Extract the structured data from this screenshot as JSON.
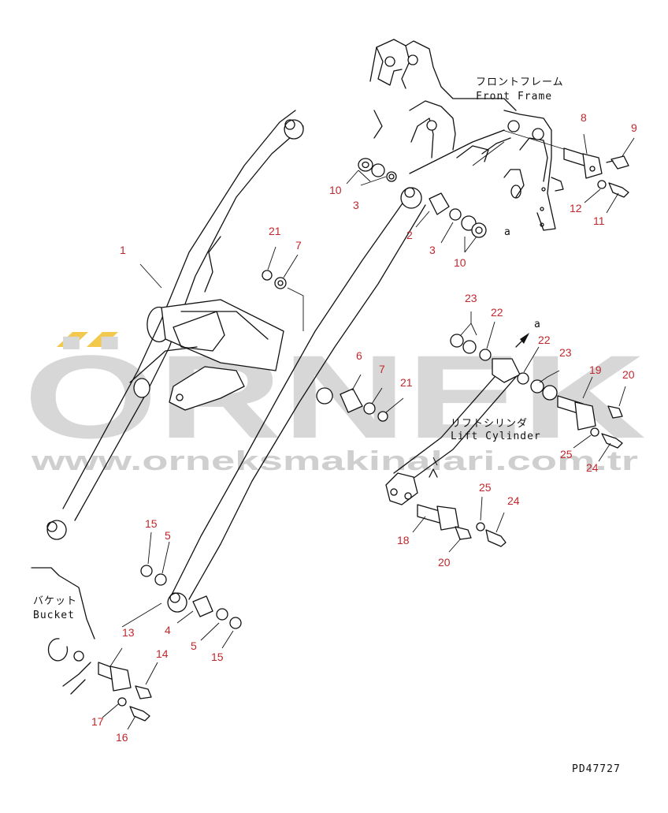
{
  "labels": {
    "front_frame_jp": "フロントフレーム",
    "front_frame_en": "Front Frame",
    "lift_cylinder_jp": "リフトシリンダ",
    "lift_cylinder_en": "Lift Cylinder",
    "bucket_jp": "バケット",
    "bucket_en": "Bucket",
    "drawing_no": "PD47727",
    "view_a1": "a",
    "view_a2": "a"
  },
  "watermark": {
    "brand": "ÖRNEK",
    "url": "www.orneksmakinalari.com.tr",
    "color": "#d7d7d7",
    "accent": "#f2c94c"
  },
  "parts": [
    {
      "id": "p1",
      "num": "1"
    },
    {
      "id": "p2",
      "num": "2"
    },
    {
      "id": "p3a",
      "num": "3"
    },
    {
      "id": "p3b",
      "num": "3"
    },
    {
      "id": "p4",
      "num": "4"
    },
    {
      "id": "p5a",
      "num": "5"
    },
    {
      "id": "p5b",
      "num": "5"
    },
    {
      "id": "p6",
      "num": "6"
    },
    {
      "id": "p7a",
      "num": "7"
    },
    {
      "id": "p7b",
      "num": "7"
    },
    {
      "id": "p8",
      "num": "8"
    },
    {
      "id": "p9",
      "num": "9"
    },
    {
      "id": "p10a",
      "num": "10"
    },
    {
      "id": "p10b",
      "num": "10"
    },
    {
      "id": "p11",
      "num": "11"
    },
    {
      "id": "p12",
      "num": "12"
    },
    {
      "id": "p13",
      "num": "13"
    },
    {
      "id": "p14",
      "num": "14"
    },
    {
      "id": "p15a",
      "num": "15"
    },
    {
      "id": "p15b",
      "num": "15"
    },
    {
      "id": "p16",
      "num": "16"
    },
    {
      "id": "p17",
      "num": "17"
    },
    {
      "id": "p18",
      "num": "18"
    },
    {
      "id": "p19",
      "num": "19"
    },
    {
      "id": "p20a",
      "num": "20"
    },
    {
      "id": "p20b",
      "num": "20"
    },
    {
      "id": "p21a",
      "num": "21"
    },
    {
      "id": "p21b",
      "num": "21"
    },
    {
      "id": "p22a",
      "num": "22"
    },
    {
      "id": "p22b",
      "num": "22"
    },
    {
      "id": "p23a",
      "num": "23"
    },
    {
      "id": "p23b",
      "num": "23"
    },
    {
      "id": "p24a",
      "num": "24"
    },
    {
      "id": "p24b",
      "num": "24"
    },
    {
      "id": "p25a",
      "num": "25"
    },
    {
      "id": "p25b",
      "num": "25"
    }
  ]
}
